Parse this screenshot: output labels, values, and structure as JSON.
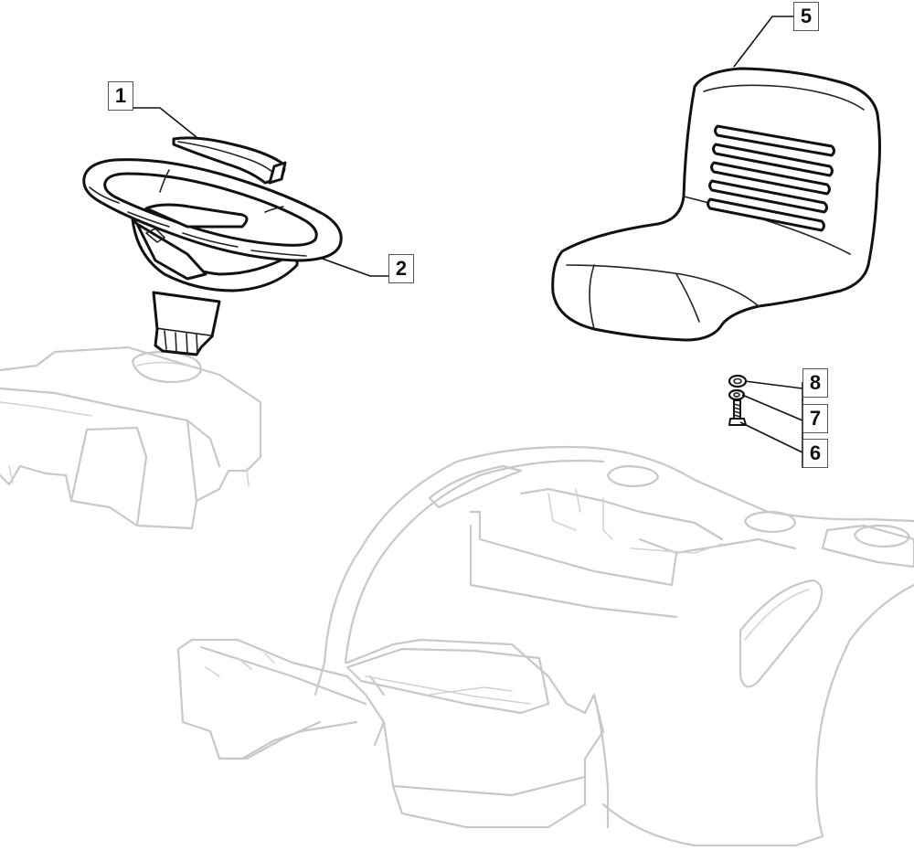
{
  "callouts": [
    {
      "id": "c1",
      "label": "1",
      "part": "steering-wheel-cap"
    },
    {
      "id": "c2",
      "label": "2",
      "part": "steering-wheel"
    },
    {
      "id": "c5",
      "label": "5",
      "part": "seat"
    },
    {
      "id": "c6",
      "label": "6",
      "part": "bolt"
    },
    {
      "id": "c7",
      "label": "7",
      "part": "washer"
    },
    {
      "id": "c8",
      "label": "8",
      "part": "nut"
    }
  ]
}
